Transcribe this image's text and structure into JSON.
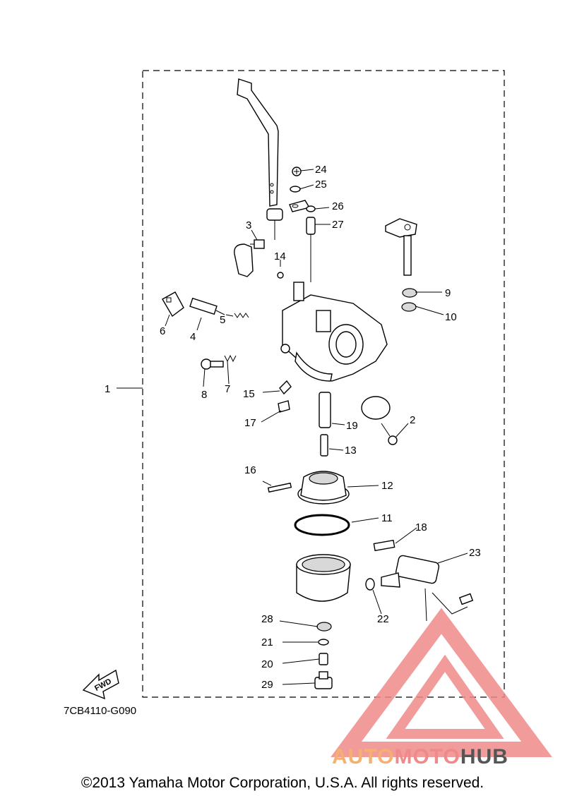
{
  "diagram_code": "7CB4110-G090",
  "fwd_label": "FWD",
  "copyright": "©2013 Yamaha Motor Corporation, U.S.A. All rights reserved.",
  "logo": {
    "text_auto": "AUTO",
    "text_moto": "MOTO",
    "text_hub": "HUB",
    "color_primary": "#f0a070",
    "color_secondary": "#555555",
    "triangle_color": "#f08a8a"
  },
  "callouts": [
    "1",
    "2",
    "3",
    "4",
    "5",
    "6",
    "7",
    "8",
    "9",
    "10",
    "11",
    "12",
    "13",
    "14",
    "15",
    "16",
    "17",
    "18",
    "19",
    "20",
    "21",
    "22",
    "23",
    "24",
    "25",
    "26",
    "27",
    "28",
    "29"
  ]
}
